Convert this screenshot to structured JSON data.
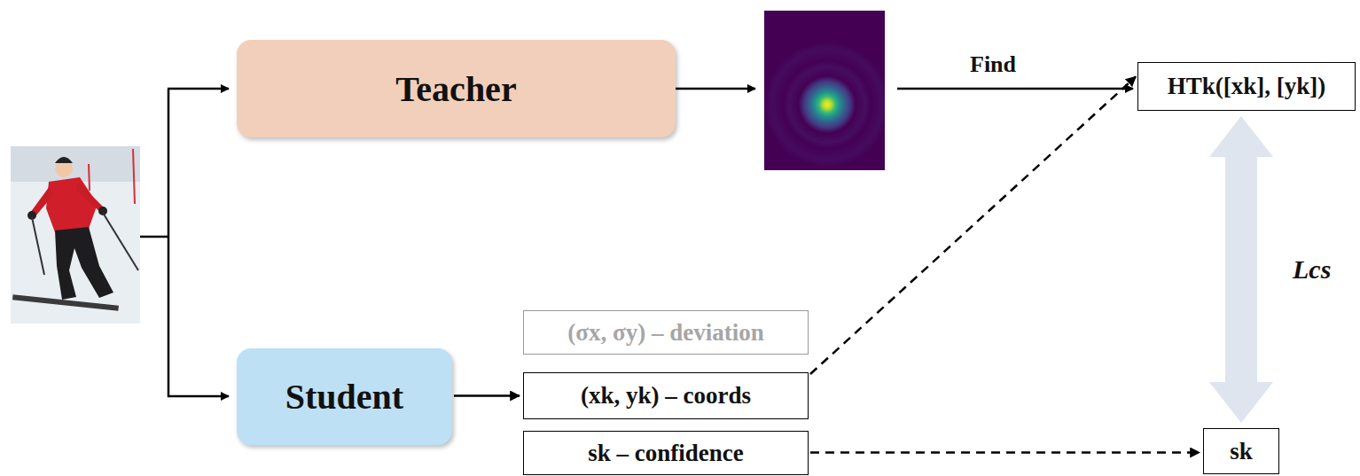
{
  "diagram": {
    "nodes": [
      {
        "text": [
          "Teacher"
        ]
      },
      {
        "text": [
          "HTk([xk], [yk])"
        ]
      },
      {
        "text": [
          "(σx, σy) – deviation"
        ]
      },
      {
        "text": [
          "Student"
        ]
      },
      {
        "text": [
          "(xk, yk) – coords"
        ]
      },
      {
        "text": [
          "sk – confidence"
        ]
      },
      {
        "text": [
          "sk"
        ]
      }
    ],
    "edges": [
      {
        "from": 3,
        "to": 4,
        "arrow": "to"
      },
      {
        "from": 4,
        "to": 1,
        "arrow": "to"
      },
      {
        "from": 5,
        "to": 6,
        "arrow": "to"
      },
      {
        "from": 1,
        "to": 6,
        "arrow": "both",
        "label": "Lcs"
      }
    ],
    "labels": [
      "Find"
    ]
  }
}
